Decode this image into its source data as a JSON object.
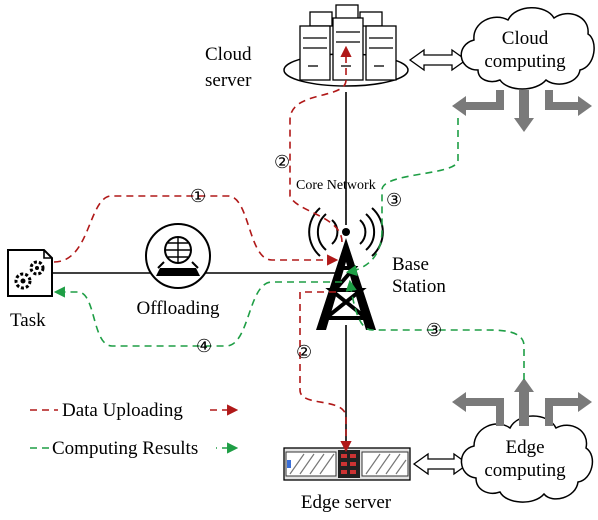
{
  "labels": {
    "cloud_server_line1": "Cloud",
    "cloud_server_line2": "server",
    "cloud_computing_line1": "Cloud",
    "cloud_computing_line2": "computing",
    "core_network": "Core Network",
    "base_station_line1": "Base",
    "base_station_line2": "Station",
    "task": "Task",
    "offloading": "Offloading",
    "edge_server": "Edge server",
    "edge_computing_line1": "Edge",
    "edge_computing_line2": "computing"
  },
  "step_markers": {
    "uploading_to_base": "①",
    "uploading_to_cloud": "②",
    "uploading_to_edge": "②",
    "result_from_cloud": "③",
    "result_from_edge": "③",
    "result_to_task": "④"
  },
  "legend": {
    "data_uploading": "Data Uploading",
    "computing_results": "Computing Results"
  },
  "colors": {
    "upload": "#b01818",
    "result": "#1e9e45",
    "arrow_gray": "#7a7a7a",
    "line": "#000000"
  },
  "icons": {
    "task": "task-gears-icon",
    "offloading": "offloading-globe-icon",
    "cloud_server": "server-rack-icon",
    "base_station": "antenna-tower-icon",
    "edge_server": "edge-server-icon"
  }
}
